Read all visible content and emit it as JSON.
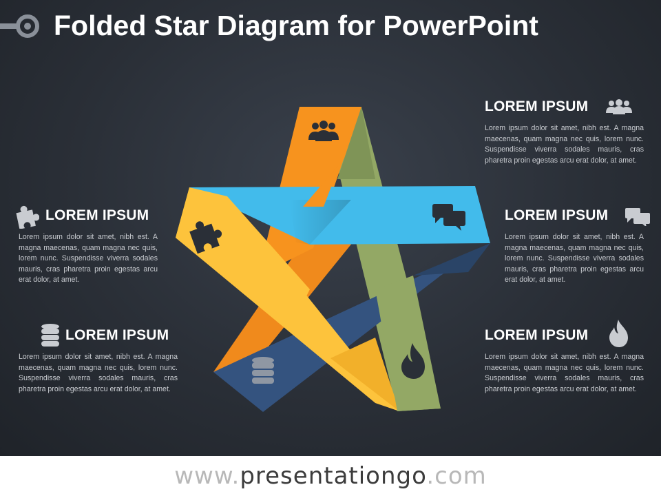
{
  "title": "Folded Star Diagram for PowerPoint",
  "items": [
    {
      "heading": "LOREM IPSUM",
      "icon": "people-icon",
      "body": "Lorem ipsum dolor sit amet, nibh est. A magna maecenas, quam magna nec quis, lorem nunc. Suspendisse viverra sodales mauris, cras pharetra proin egestas arcu erat dolor, at amet."
    },
    {
      "heading": "LOREM IPSUM",
      "icon": "chat-bubbles-icon",
      "body": "Lorem ipsum dolor sit amet, nibh est. A magna maecenas, quam magna nec quis, lorem nunc. Suspendisse viverra sodales mauris, cras pharetra proin egestas arcu erat dolor, at amet."
    },
    {
      "heading": "LOREM IPSUM",
      "icon": "flame-icon",
      "body": "Lorem ipsum dolor sit amet, nibh est. A magna maecenas, quam magna nec quis, lorem nunc. Suspendisse viverra sodales mauris, cras pharetra proin egestas arcu erat dolor, at amet."
    },
    {
      "heading": "LOREM IPSUM",
      "icon": "database-icon",
      "body": "Lorem ipsum dolor sit amet, nibh est. A magna maecenas, quam magna nec quis, lorem nunc. Suspendisse viverra sodales mauris, cras pharetra proin egestas arcu erat dolor, at amet."
    },
    {
      "heading": "LOREM IPSUM",
      "icon": "puzzle-icon",
      "body": "Lorem ipsum dolor sit amet, nibh est. A magna maecenas, quam magna nec quis, lorem nunc. Suspendisse viverra sodales mauris, cras pharetra proin egestas arcu erat dolor, at amet."
    }
  ],
  "colors": {
    "orange": "#f7931e",
    "blue": "#3fb6e8",
    "green": "#93a865",
    "navy": "#34537f",
    "yellow": "#fdc33c",
    "background": "#2a2f37"
  },
  "footer": {
    "prefix": "www.",
    "brand": "presentationgo",
    "suffix": ".com"
  }
}
